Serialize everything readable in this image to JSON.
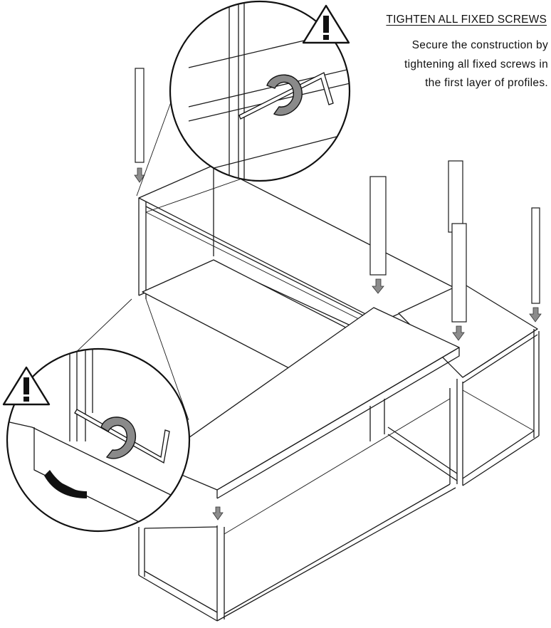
{
  "instruction": {
    "heading": "TIGHTEN ALL FIXED SCREWS",
    "body_lines": [
      "Secure the construction by",
      "tightening all fixed screws in",
      "the first layer of profiles."
    ]
  },
  "colors": {
    "line": "#1a1a1a",
    "arrow_fill": "#8c8c8c",
    "rotation_fill": "#8a8a8a",
    "background": "#ffffff"
  },
  "icons": [
    "warning-icon",
    "rotation-arrow-icon",
    "down-arrow-icon",
    "hex-key-icon"
  ]
}
